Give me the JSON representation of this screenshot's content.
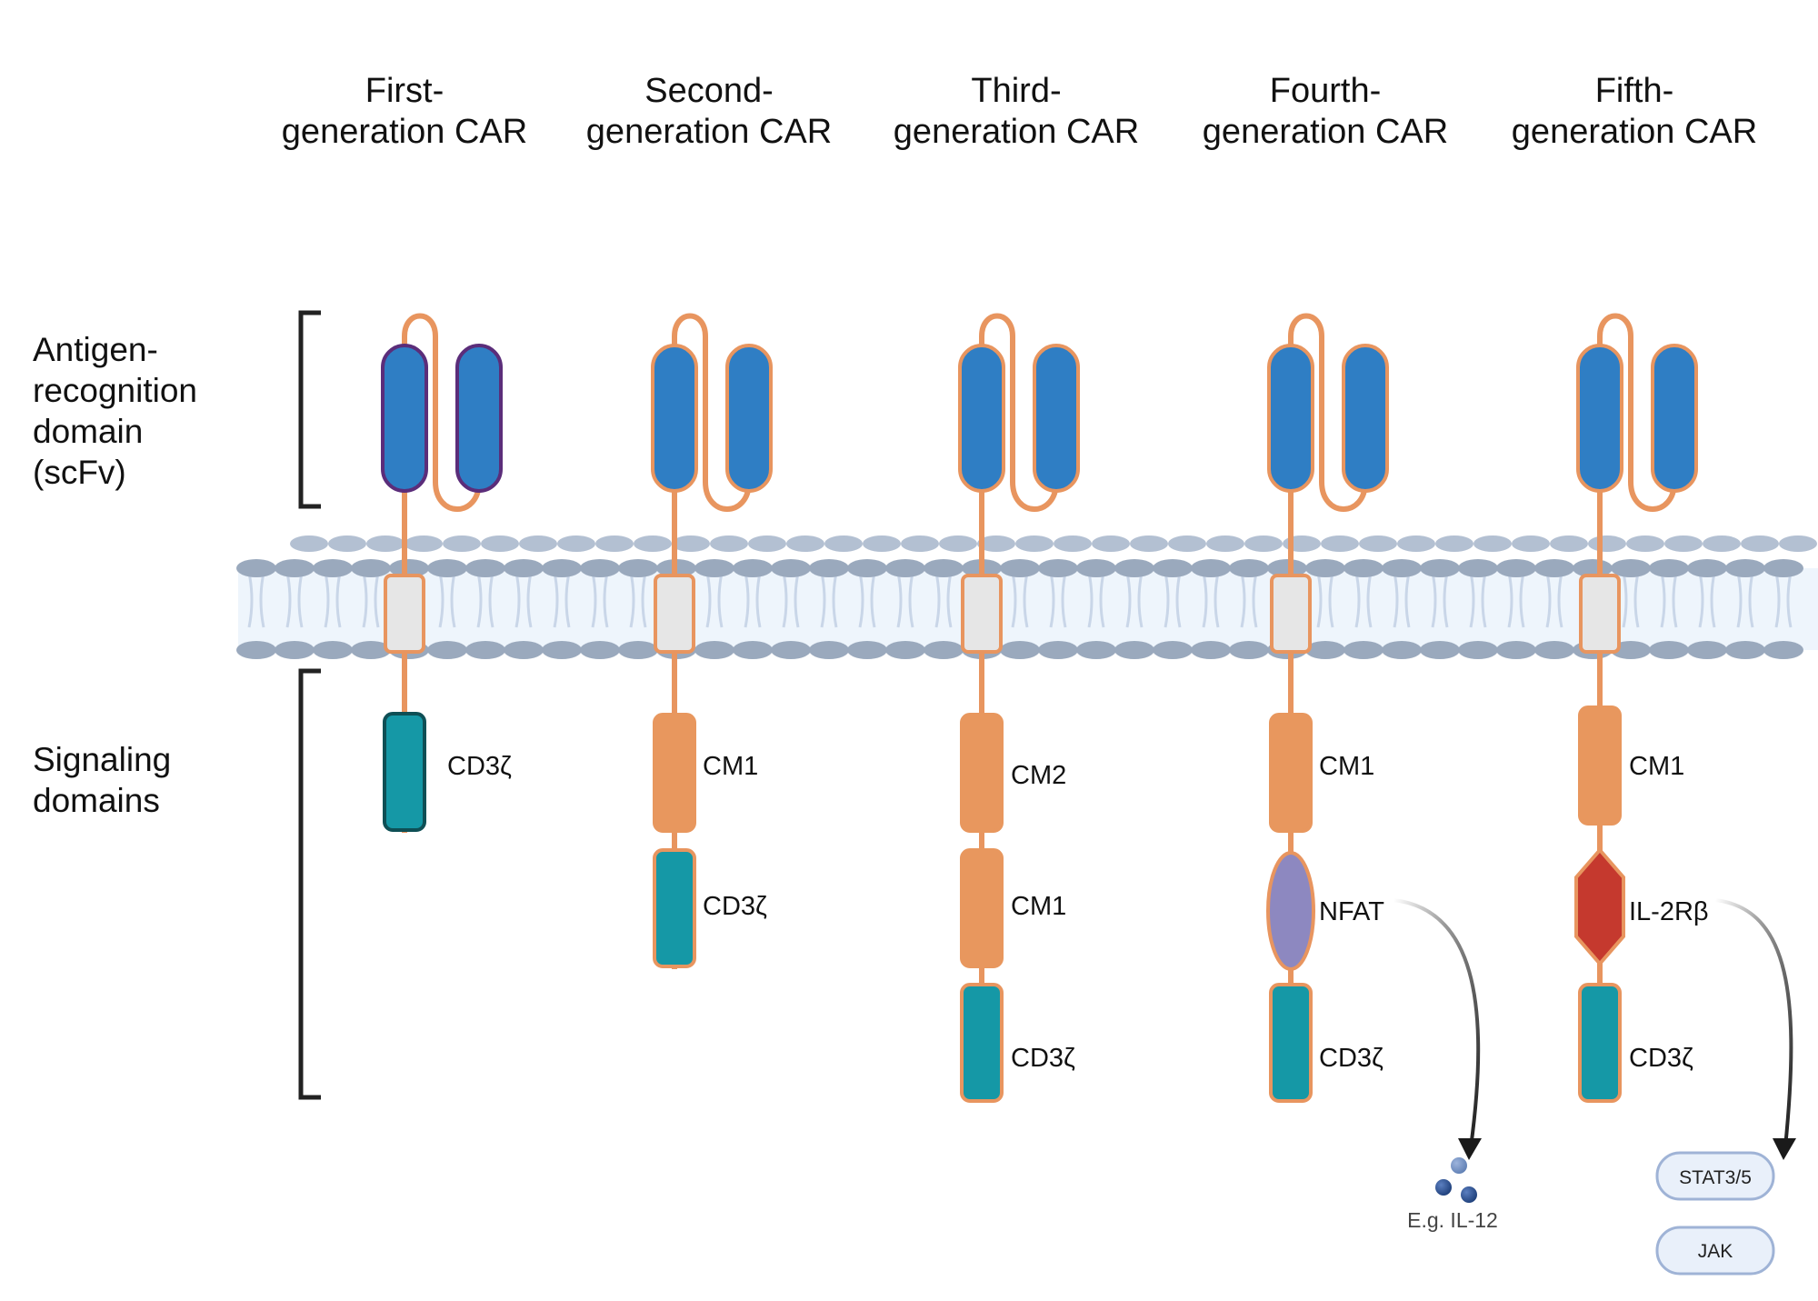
{
  "columns": [
    {
      "title_line1": "First-",
      "title_line2": "generation CAR"
    },
    {
      "title_line1": "Second-",
      "title_line2": "generation CAR"
    },
    {
      "title_line1": "Third-",
      "title_line2": "generation CAR"
    },
    {
      "title_line1": "Fourth-",
      "title_line2": "generation CAR"
    },
    {
      "title_line1": "Fifth-",
      "title_line2": "generation CAR"
    }
  ],
  "row_labels": {
    "antigen": [
      "Antigen-",
      "recognition",
      "domain",
      "(scFv)"
    ],
    "signaling": [
      "Signaling",
      "domains"
    ]
  },
  "domains": {
    "first": [
      "CD3ζ"
    ],
    "second": [
      "CM1",
      "CD3ζ"
    ],
    "third": [
      "CM2",
      "CM1",
      "CD3ζ"
    ],
    "fourth": [
      "CM1",
      "NFAT",
      "CD3ζ"
    ],
    "fifth": [
      "CM1",
      "IL-2Rβ",
      "CD3ζ"
    ]
  },
  "outputs": {
    "fourth": "E.g. IL-12",
    "fifth": [
      "STAT3/5",
      "JAK"
    ]
  },
  "colors": {
    "scfv": "#2f7ec4",
    "linker": "#e8955f",
    "cd3z": "#1598a6",
    "cm": "#e8975e",
    "nfat": "#8d88c0",
    "il2rb": "#c5392e",
    "membrane_head": "#9aa9bd",
    "membrane_fill": "#eef5fc",
    "tm": "#e6e6e6"
  }
}
